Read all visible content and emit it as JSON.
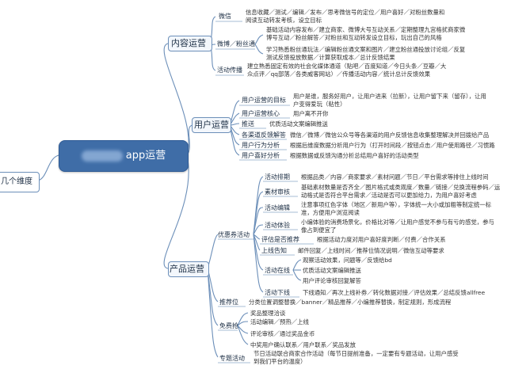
{
  "root": {
    "label": "app运营"
  },
  "left_node": {
    "label": "几个维度"
  },
  "branches": {
    "content": "内容运营",
    "user": "用户运营",
    "product": "产品运营"
  },
  "content": {
    "weixin": "微信",
    "weixin_l1": "信息收藏／测试／编辑／发布／思考微信号的定位／用户喜好／对粉丝数量和",
    "weixin_l2": "阅读互动转发考核，设立目标",
    "weibo": "微博／粉丝通",
    "weibo_l1": "基础活动内容发布／建立商家、微博大号互动关系／定期整理九宫格扰商家微",
    "weibo_l2": "博号互动／粉丝解答／对粉丝和互动转发设立目标，玩出自己的风格",
    "weibo_l3": "学习熟悉粉丝通玩法／编辑粉丝通文案和图片／建立粉丝通投放讨论组／反复",
    "weibo_l4": "测试反馈投放数据／计算获取成本／总计反馈结果",
    "huodong": "活动传播",
    "huodong_l1": "建立熟悉固定有效的社会化媒体通道（贴吧／百度知道／今日头条／豆瓣／大",
    "huodong_l2": "众点评／qq部落／各类威客网站）／传播活动内容／统计总计反馈效果"
  },
  "user": {
    "target": "用户运营的目标",
    "target_l1": "用户是谁，服务好用户，让用户进来（拉新），让用户留下来（留存），让用",
    "target_l2": "户变得爱玩（粘性）",
    "core": "用户运营核心",
    "core_v": "用户离不开你",
    "push": "推送",
    "push_v": "优质活动文案编辑推送",
    "channel": "各渠道反馈解答",
    "channel_v": "微信／微博／微信公众号等各渠道的用户反馈信息收集整理解决并回拨给产品",
    "behavior": "用户行为分析",
    "behavior_v": "根据后维度数据分析用户行为（打开时间段／按钮点击／用户使用路径／习惯路",
    "favor": "用户喜好分析",
    "favor_v": "根据数据或反馈沟通分析总结用户喜好的活动类型"
  },
  "product": {
    "youhui": "优惠券活动",
    "plan": "活动排期",
    "plan_v": "根据品类／内容／商家要求／素材问题／节日／平台需求等排住上线时间",
    "material": "素材审核",
    "material_l1": "基础素材数量是否齐全／图片格式或类观度／数量／链接／兑换流程参码／运",
    "material_l2": "动格式是否符合平台需求／活动是否可以更加给力，为用户喜好考虑",
    "edit": "活动编辑",
    "edit_l1": "注意事项红色字体（地区／新用户等），字体统一大小或加粗等制定统一标",
    "edit_l2": "准，方便用户浏览阅读",
    "exp": "活动体验",
    "exp_l1": "小编体验的消费场景化，价格比对等／让用户感觉不参与有亏的感觉，参与",
    "exp_l2": "像占到便宜了",
    "recommend": "评估是否推荐",
    "recommend_v": "根据活动力度对用户喜好度判断／付费／合作关系",
    "online": "上线告知",
    "online_v": "邮件回复／上线时间／推荐位情况说明／微信互动等要求",
    "live": "活动在线",
    "live_l1": "观察活动效果，问题等／反馈给bd",
    "live_l2": "优质活动文案编辑推送",
    "live_l3": "用户评论审核回复解答",
    "offline": "活动下线",
    "offline_v": "下线通知／再次上线补券／转化数据对接／评估效果／总结反馈allfree",
    "slot": "推荐位",
    "slot_v": "分类位置调整替换／banner／精品推荐／小编推荐替换，制定规则，形成流程",
    "free": "免费抢",
    "free_l1": "奖品整理洽谈",
    "free_l2": "活动编辑／预热／上线",
    "free_l3": "评论审核／通过奖品金币",
    "free_l4": "中奖用户确认联系／用户联系／奖品发放",
    "topic": "专题活动",
    "topic_l1": "节日活动联合商家合作活动（每节日提前准备，一定要有专题活动，让用户感受",
    "topic_l2": "到我们平台的温度）"
  },
  "colors": {
    "root_bg": "#3f6da7",
    "line": "#6c8fb9"
  }
}
